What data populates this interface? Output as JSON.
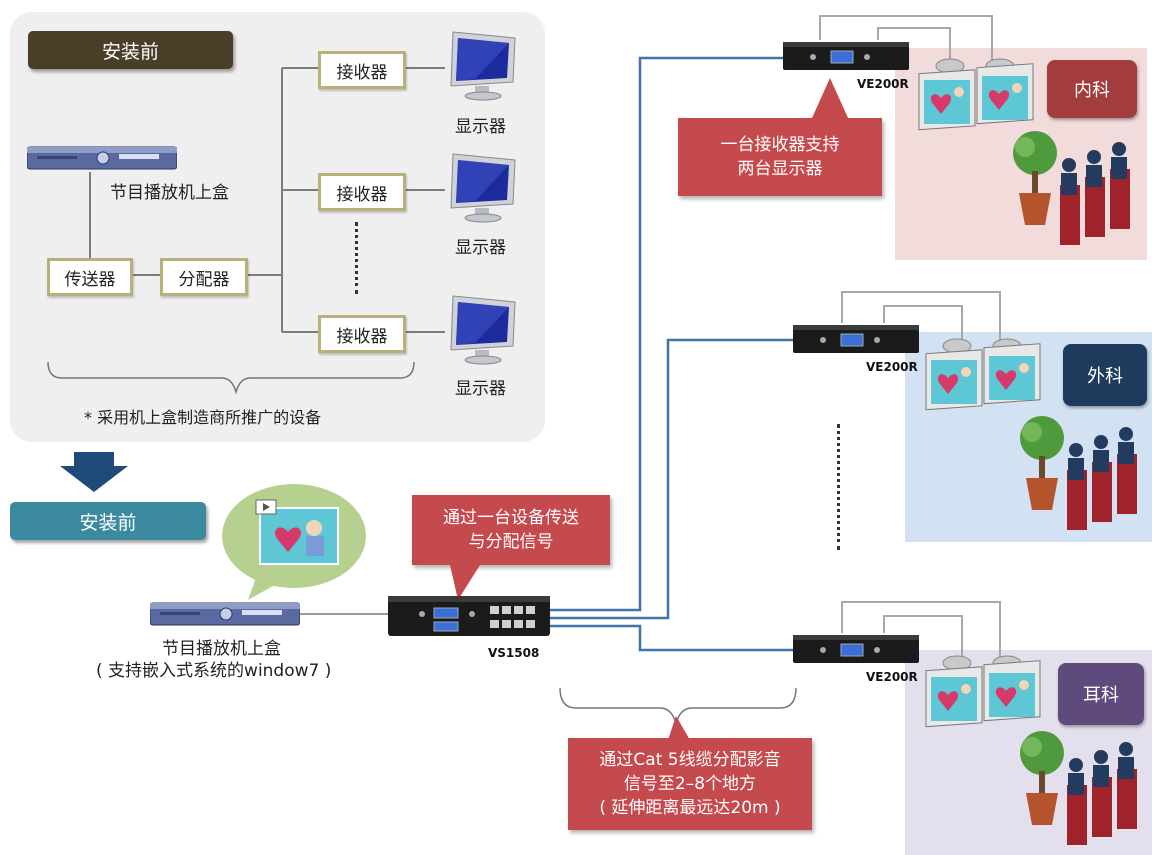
{
  "before": {
    "title": "安装前",
    "stb_label": "节目播放机上盒",
    "transmitter": "传送器",
    "splitter": "分配器",
    "receiver": "接收器",
    "monitor": "显示器",
    "vertical_dots": "⋮",
    "footnote": "* 采用机上盒制造商所推广的设备"
  },
  "after": {
    "title": "安装前",
    "stb_label_line1": "节目播放机上盒",
    "stb_label_line2": "( 支持嵌入式系统的window7 )",
    "callout_top_line1": "通过一台设备传送",
    "callout_top_line2": "与分配信号",
    "device_label": "VS1508",
    "callout_receiver_line1": "一台接收器支持",
    "callout_receiver_line2": "两台显示器",
    "callout_bottom_line1": "通过Cat 5线缆分配影音",
    "callout_bottom_line2": "信号至2–8个地方",
    "callout_bottom_line3": "( 延伸距离最远达20m )",
    "receiver_model": "VE200R"
  },
  "departments": [
    {
      "name": "内科",
      "color": "#a33c3c",
      "bg": "#f2dbdb"
    },
    {
      "name": "外科",
      "color": "#1e3a5c",
      "bg": "#d3e2f2"
    },
    {
      "name": "耳科",
      "color": "#5e4a7c",
      "bg": "#e4dfec"
    }
  ],
  "colors": {
    "before_badge": "#4a3f26",
    "after_badge": "#3b8aa0",
    "arrow": "#1f4b7a",
    "cable": "#3f74ab",
    "callout": "#c44a4e"
  }
}
